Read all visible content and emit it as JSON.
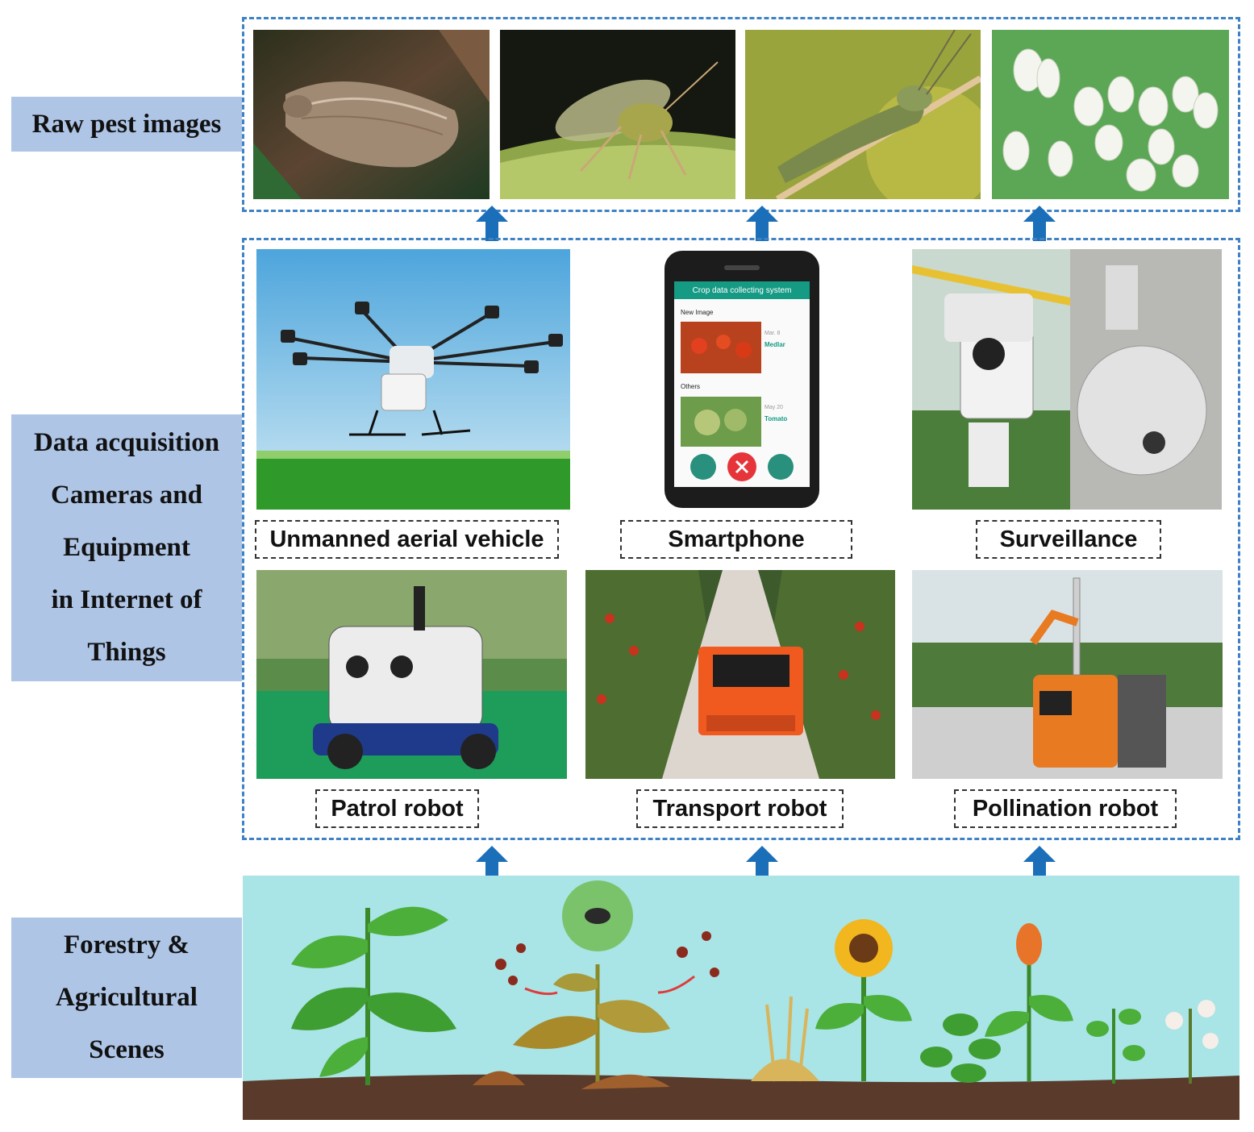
{
  "labels": {
    "raw": [
      "Raw pest images"
    ],
    "acquisition": [
      "Data acquisition",
      "Cameras and",
      "Equipment",
      "in Internet of",
      "Things"
    ],
    "scenes": [
      "Forestry &",
      "Agricultural",
      "Scenes"
    ]
  },
  "devices": {
    "uav": "Unmanned aerial vehicle",
    "smartphone": "Smartphone",
    "surveillance": "Surveillance",
    "patrol": "Patrol robot",
    "transport": "Transport robot",
    "pollination": "Pollination robot"
  },
  "phone": {
    "app_title": "Crop data collecting system",
    "section_new": "New Image",
    "section_others": "Others",
    "item1_date": "Mar. 8",
    "item1_name": "Medlar",
    "item2_date": "May 20",
    "item2_name": "Tomato"
  },
  "colors": {
    "frame": "#3f82c4",
    "label_bg": "#aec5e6",
    "arrow": "#1a6fb8",
    "scene_bg": "#a9e4e6",
    "soil": "#5a3a2a"
  }
}
